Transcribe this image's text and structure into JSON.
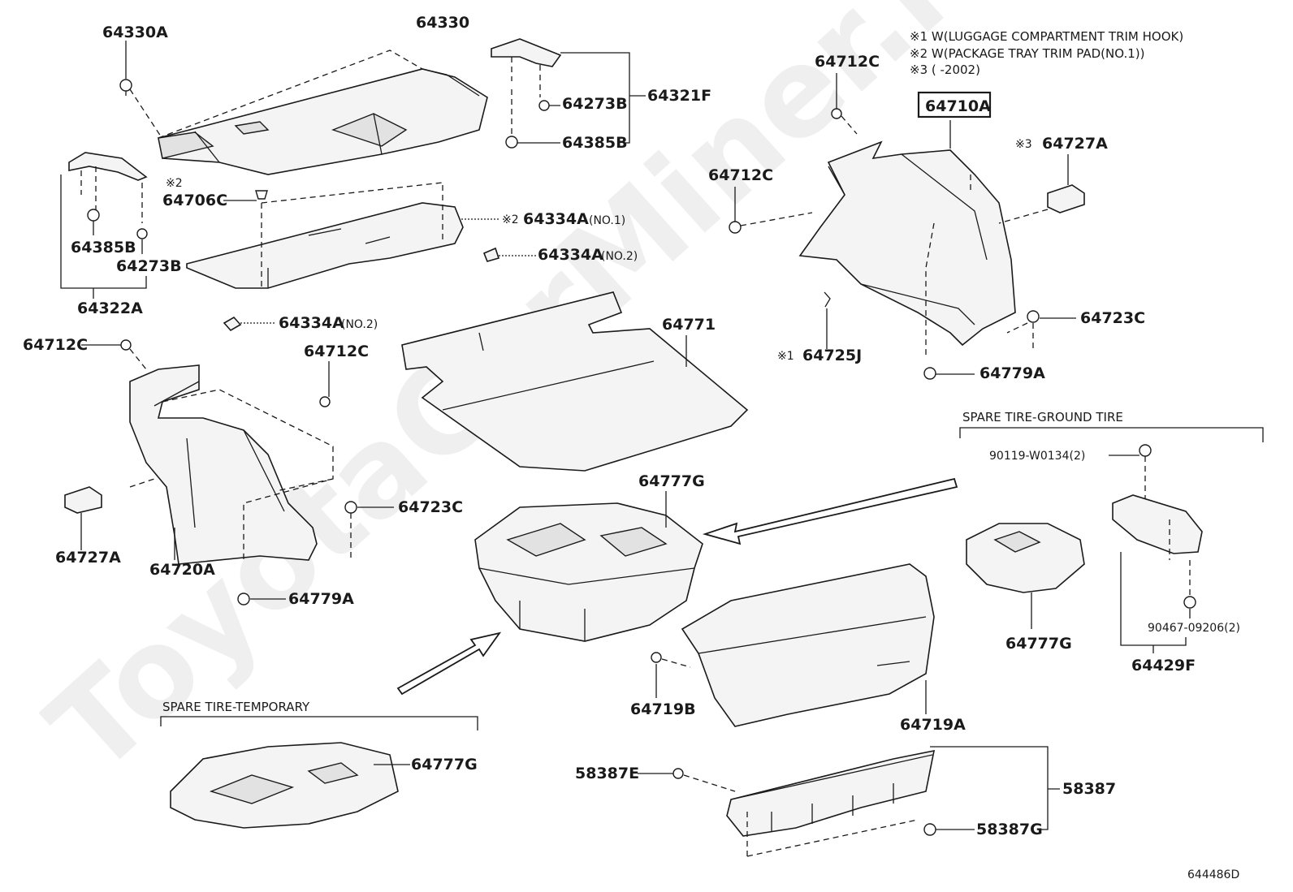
{
  "watermark": "ToyotaCarMiner.ru",
  "notes": [
    "※1 W(LUGGAGE COMPARTMENT TRIM HOOK)",
    "※2 W(PACKAGE TRAY TRIM PAD(NO.1))",
    "※3 (      -2002)"
  ],
  "sections": {
    "spare_ground": "SPARE TIRE-GROUND TIRE",
    "spare_temporary": "SPARE TIRE-TEMPORARY"
  },
  "diagram_id": "644486D",
  "highlighted_part": "64710A",
  "labels": {
    "p64330A": "64330A",
    "p64330": "64330",
    "p64273B_top": "64273B",
    "p64321F": "64321F",
    "p64385B_top": "64385B",
    "p64712C_a": "64712C",
    "p64710A": "64710A",
    "p64727A_r": "64727A",
    "p64712C_b": "64712C",
    "p64706C": "64706C",
    "p64334A_no1": "64334A",
    "no1": "(NO.1)",
    "p64334A_no2a": "64334A",
    "no2a": "(NO.2)",
    "p64385B_l": "64385B",
    "p64273B_l": "64273B",
    "p64322A": "64322A",
    "p64334A_no2b": "64334A",
    "no2b": "(NO.2)",
    "p64771": "64771",
    "p64723C_r": "64723C",
    "p64712C_c": "64712C",
    "p64712C_d": "64712C",
    "p64725J": "64725J",
    "p64779A_r": "64779A",
    "p64723C_l": "64723C",
    "p64777G_c": "64777G",
    "p90119": "90119-W0134(2)",
    "p64727A_l": "64727A",
    "p64720A": "64720A",
    "p64779A_l": "64779A",
    "p90467": "90467-09206(2)",
    "p64777G_r": "64777G",
    "p64429F": "64429F",
    "p64719B": "64719B",
    "p64719A": "64719A",
    "p64777G_t": "64777G",
    "p58387E": "58387E",
    "p58387": "58387",
    "p58387G": "58387G"
  },
  "marks": {
    "m1": "※1",
    "m2": "※2",
    "m3": "※3"
  }
}
